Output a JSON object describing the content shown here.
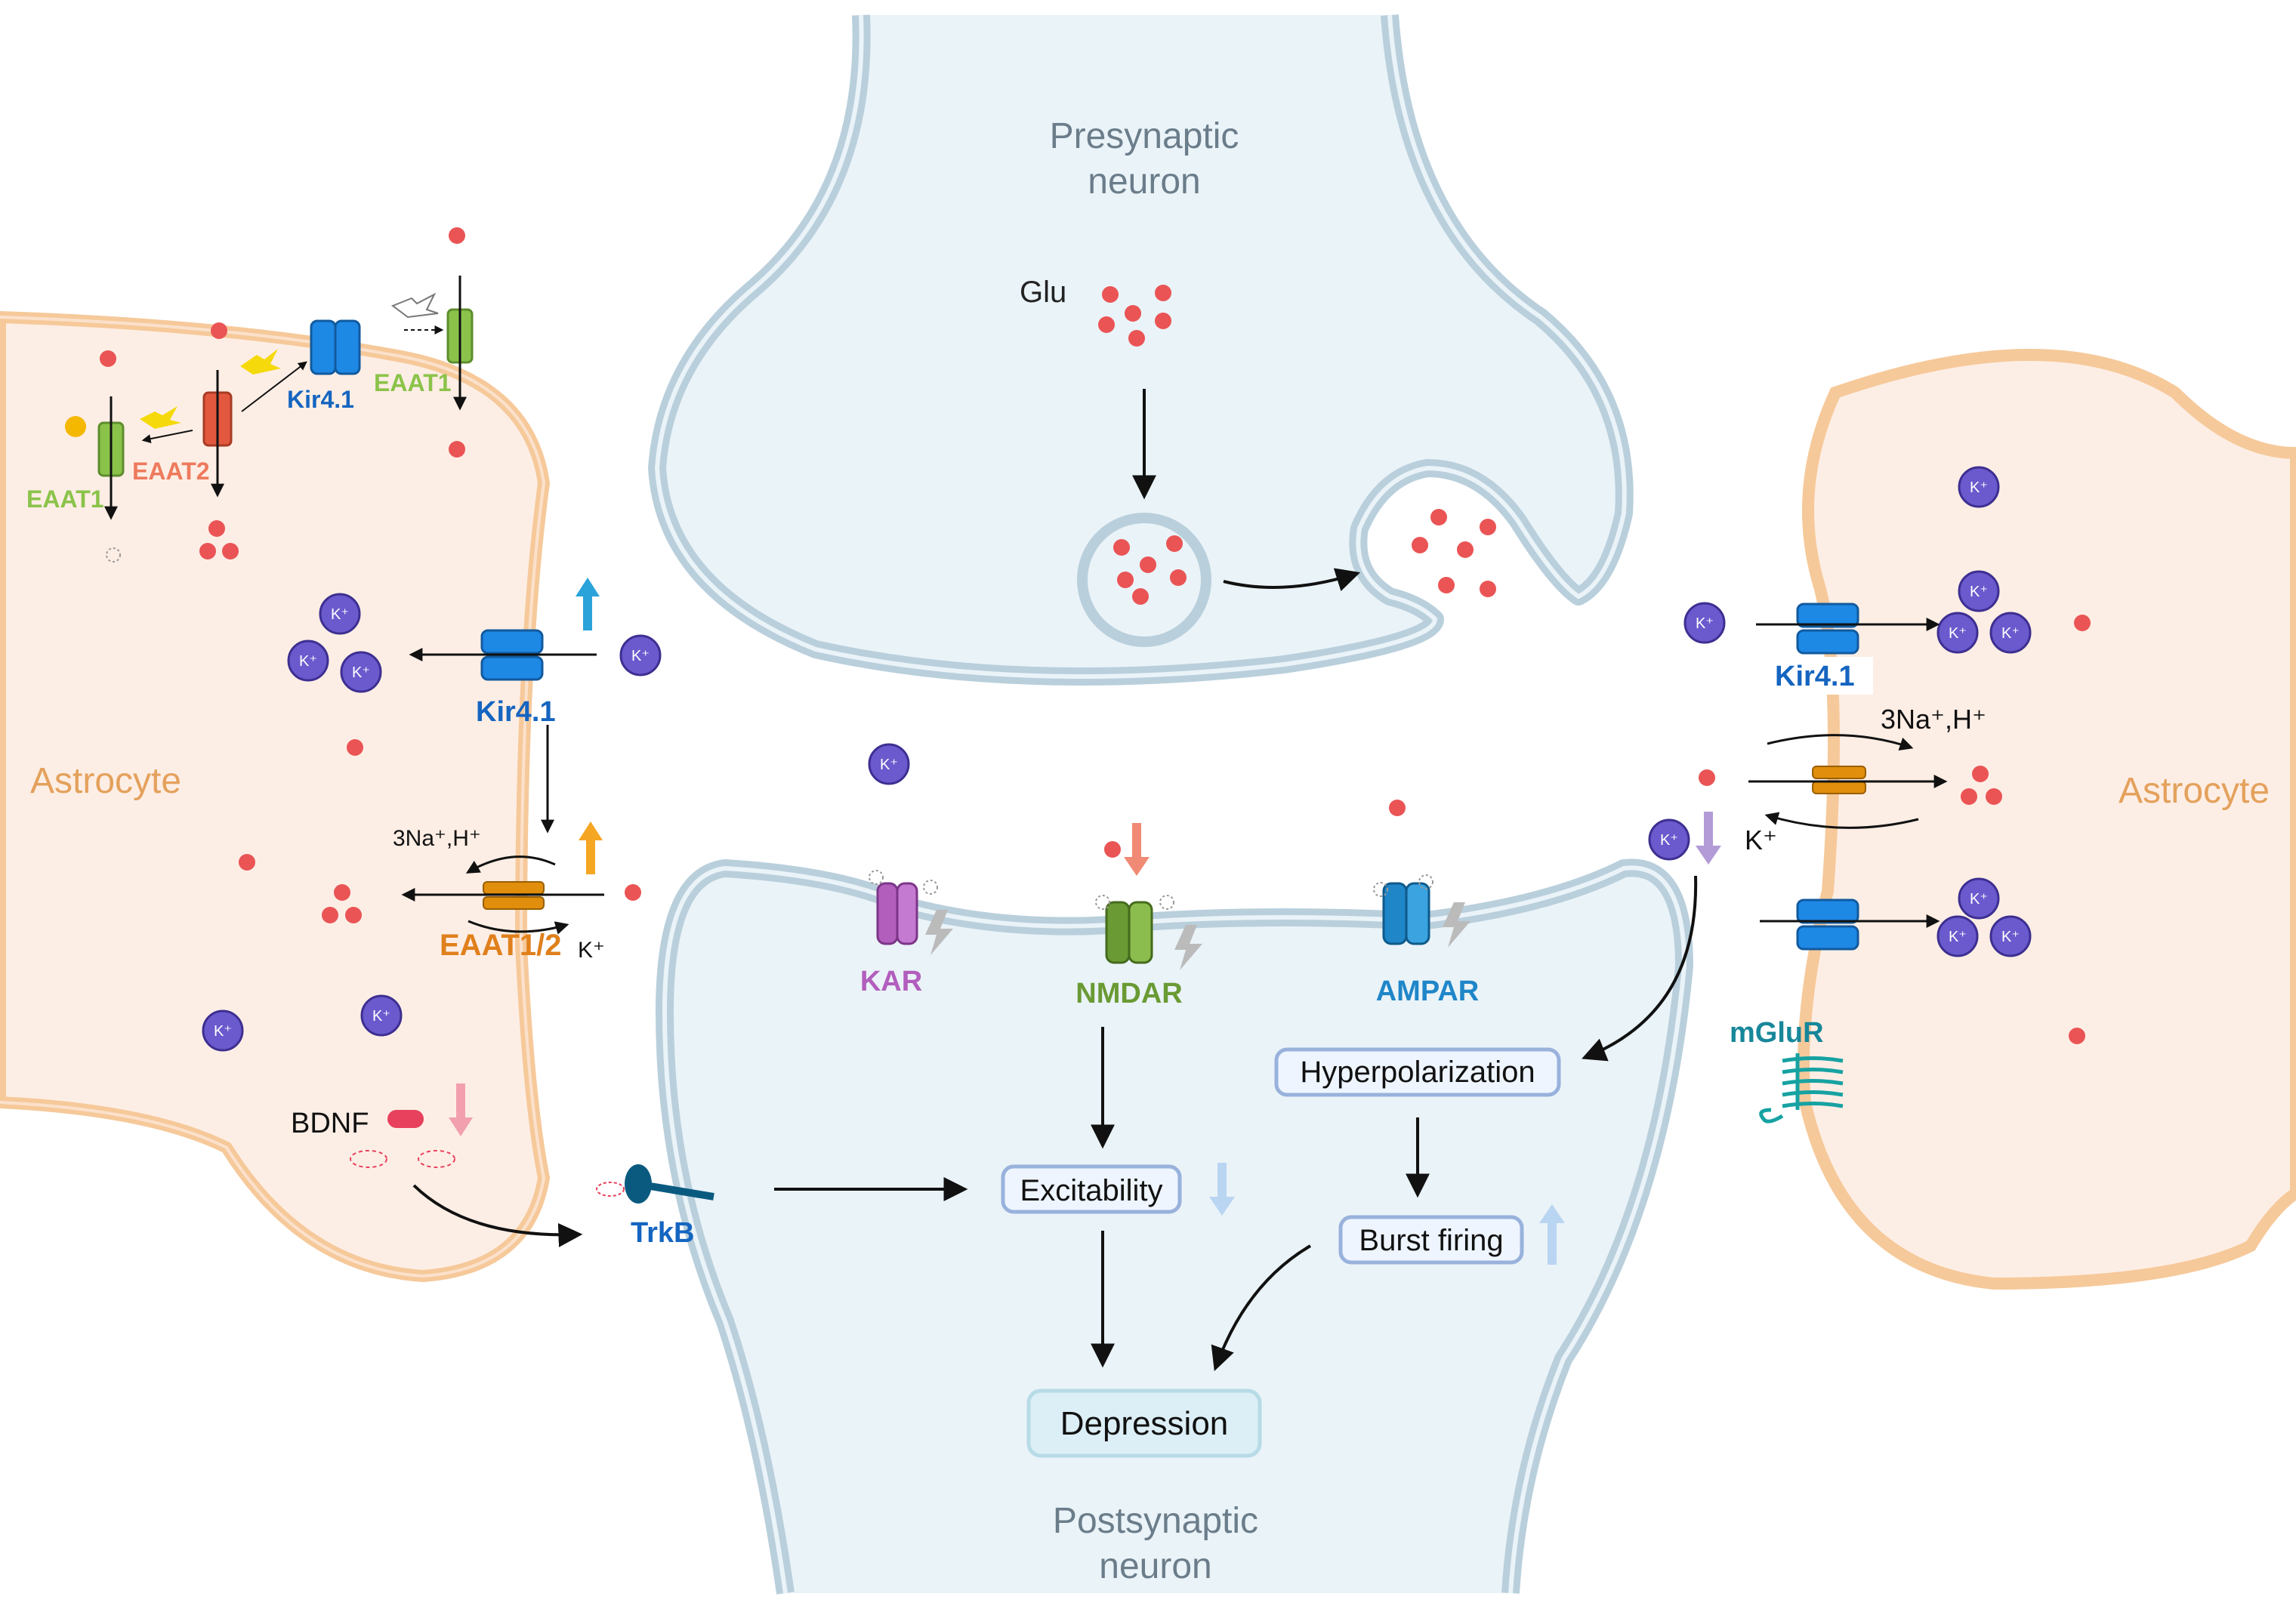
{
  "labels": {
    "presynaptic": [
      "Presynaptic",
      "neuron"
    ],
    "postsynaptic": [
      "Postsynaptic",
      "neuron"
    ],
    "astrocyte_left": "Astrocyte",
    "astrocyte_right": "Astrocyte",
    "glu": "Glu",
    "eaat1_a": "EAAT1",
    "eaat2": "EAAT2",
    "kir_top": "Kir4.1",
    "eaat1_b": "EAAT1",
    "kir_left": "Kir4.1",
    "ions_left": "3Na⁺,H⁺",
    "eaat12": "EAAT1/2",
    "k_out_left": "K⁺",
    "bdnf": "BDNF",
    "trkb": "TrkB",
    "kar": "KAR",
    "nmdar": "NMDAR",
    "ampar": "AMPAR",
    "kir_right": "Kir4.1",
    "ions_right": "3Na⁺,H⁺",
    "k_right": "K⁺",
    "mglur": "mGluR",
    "k_ion": "K⁺"
  },
  "boxes": {
    "hyperpolarization": "Hyperpolarization",
    "excitability": "Excitability",
    "burst_firing": "Burst firing",
    "depression": "Depression"
  },
  "colors": {
    "membrane": "#b9cfdc",
    "neuron_fill": "#eaf3f8",
    "astro_edge": "#f6c99a",
    "astro_fill": "#fdeee5",
    "glutamate": "#ea5455",
    "k_ion": "#6a5acd",
    "kir": "#1e88e5",
    "eaat1": "#8bc34a",
    "eaat2": "#e2583e",
    "exchanger": "#e08e0b",
    "kar": "#b25ebd",
    "nmdar": "#6a9a34",
    "ampar": "#1f86c8",
    "mglur": "#17a2a2",
    "trkb": "#0a5a80",
    "bdnf": "#e8415d"
  }
}
